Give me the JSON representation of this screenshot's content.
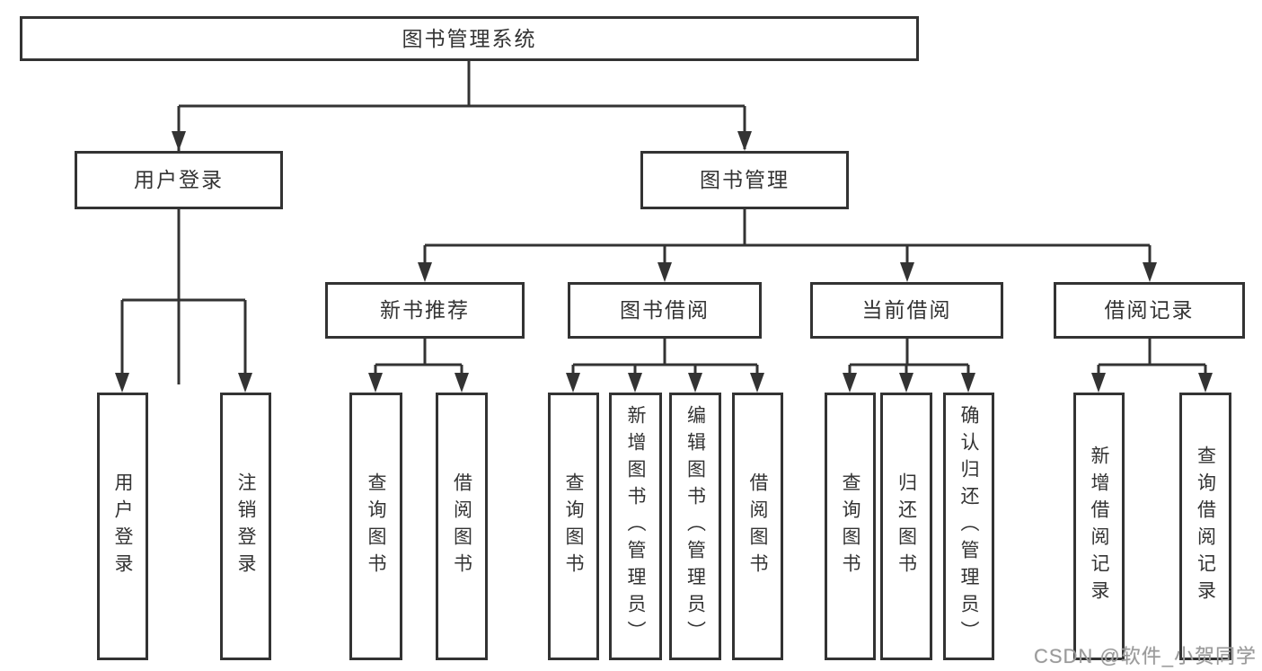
{
  "tree": {
    "label": "图书管理系统",
    "children": [
      {
        "label": "用户登录",
        "children": [
          {
            "label": "用户登录"
          },
          {
            "label": "注销登录"
          }
        ]
      },
      {
        "label": "图书管理",
        "children": [
          {
            "label": "新书推荐",
            "children": [
              {
                "label": "查询图书"
              },
              {
                "label": "借阅图书"
              }
            ]
          },
          {
            "label": "图书借阅",
            "children": [
              {
                "label": "查询图书"
              },
              {
                "label": "新增图书（管理员）"
              },
              {
                "label": "编辑图书（管理员）"
              },
              {
                "label": "借阅图书"
              }
            ]
          },
          {
            "label": "当前借阅",
            "children": [
              {
                "label": "查询图书"
              },
              {
                "label": "归还图书"
              },
              {
                "label": "确认归还（管理员）"
              }
            ]
          },
          {
            "label": "借阅记录",
            "children": [
              {
                "label": "新增借阅记录"
              },
              {
                "label": "查询借阅记录"
              }
            ]
          }
        ]
      }
    ]
  },
  "watermark": {
    "text": "CSDN @软件_小贺同学",
    "color": "#9a9a9a"
  },
  "colors": {
    "line": "#333333",
    "box_border": "#333333",
    "text": "#333333",
    "background": "#ffffff"
  }
}
